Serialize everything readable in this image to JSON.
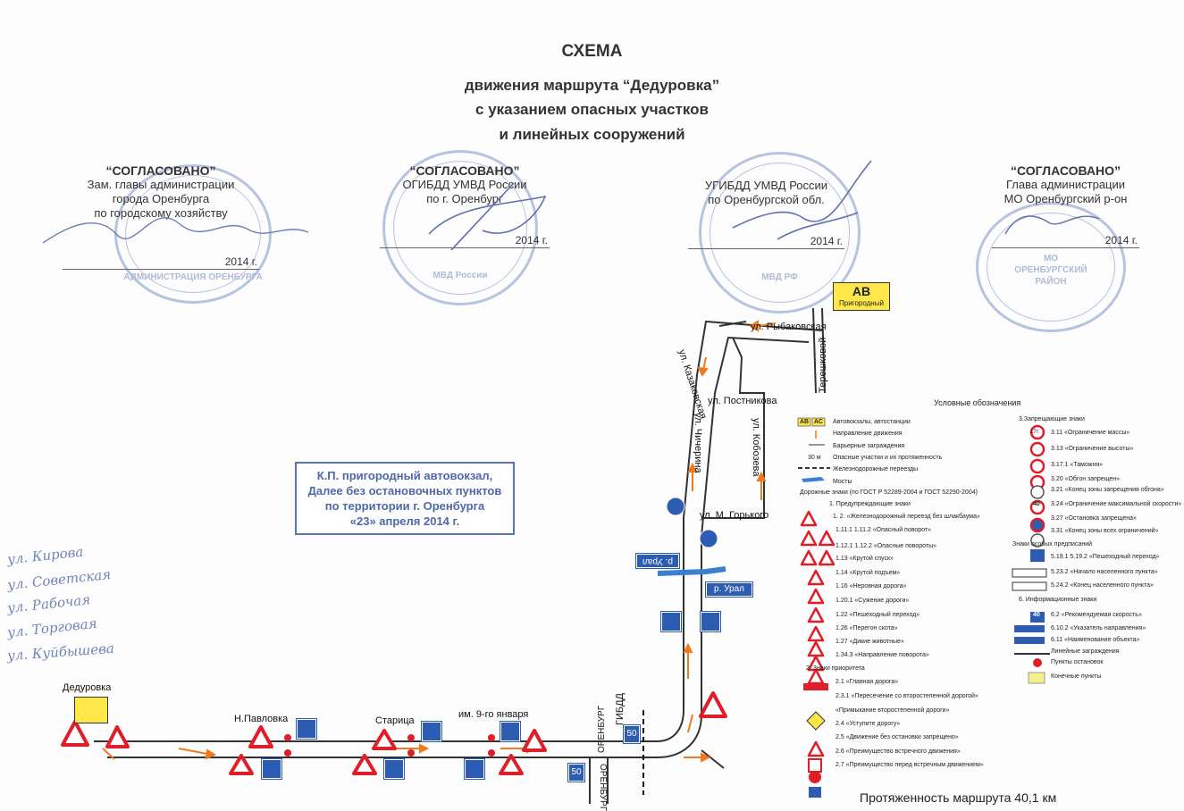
{
  "header": {
    "title": "СХЕМА",
    "line1": "движения маршрута “Дедуровка”",
    "line2": "с указанием опасных участков",
    "line3": "и линейных сооружений"
  },
  "approvals": [
    {
      "heading": "“СОГЛАСОВАНО”",
      "l1": "Зам. главы администрации",
      "l2": "города Оренбурга",
      "l3": "по городскому хозяйству",
      "date": "2014 г."
    },
    {
      "heading": "“СОГЛАСОВАНО”",
      "l1": "ОГИБДД УМВД России",
      "l2": "по г. Оренбург",
      "l3": "",
      "date": "2014 г."
    },
    {
      "heading": "",
      "l1": "УГИБДД УМВД России",
      "l2": "по Оренбургской обл.",
      "l3": "",
      "date": "2014 г."
    },
    {
      "heading": "“СОГЛАСОВАНО”",
      "l1": "Глава администрации",
      "l2": "МО Оренбургский р-он",
      "l3": "",
      "date": "2014 г."
    }
  ],
  "seals": {
    "s1": "АДМИНИСТРАЦИЯ ОРЕНБУРГА",
    "s2": "МВД России",
    "s3": "МВД РФ",
    "s4": "МО ОРЕНБУРГСКИЙ РАЙОН"
  },
  "stamp": {
    "l1": "К.П. пригородный автовокзал,",
    "l2": "Далее без остановочных пунктов",
    "l3": "по территории г. Оренбурга",
    "l4": "«23» апреля 2014 г."
  },
  "handwritten": [
    "ул. Кирова",
    "ул. Советская",
    "ул. Рабочая",
    "ул. Торговая",
    "ул. Куйбышева"
  ],
  "terminal": {
    "code": "АВ",
    "name": "Пригородный"
  },
  "streets": {
    "rybakovskaya": "ул. Рыбаковская",
    "kazakovskaya": "ул. Казаковская",
    "pereshkovoy": "Терешковой",
    "postnikova": "ул. Постникова",
    "chicherina": "ул. Чичерина",
    "kobozeva": "ул. Кобозева",
    "gorkogo": "ул. М. Горького",
    "ural1": "р. Урал",
    "ural2": "р. Урал",
    "gibdd": "ГИБДД",
    "orenburg1": "ОРЕНБУРГ",
    "orenburg2": "ОРЕНБУРГ",
    "speed1": "50",
    "speed2": "50"
  },
  "stops": {
    "dedurovka": "Дедуровка",
    "pavlovka": "Н.Павловка",
    "staritsa": "Старица",
    "jan9": "им. 9-го января"
  },
  "legend": {
    "title": "Условные обозначения",
    "left": [
      "Автовокзалы, автостанции",
      "Направление движения",
      "Барьерные заграждения",
      "Опасные участки и их протяженность",
      "Железнодорожные переезды",
      "Мосты",
      "Дорожные знаки (по ГОСТ Р 52289-2004 и ГОСТ 52290-2004)",
      "1. Предупреждающие знаки",
      "1. 2. «Железнодорожный переезд без шлакбаума»",
      "1.11.1 1.11.2 «Опасный поворот»",
      "1.12.1 1.12.2 «Опасные повороты»",
      "1.13 «Крутой спуск»",
      "1.14 «Крутой подъем»",
      "1.16 «Неровная дорога»",
      "1.20.1 «Сужение дороги»",
      "1.22 «Пешеходный переход»",
      "1.26 «Перегон скота»",
      "1.27 «Дикие животные»",
      "1.34.3 «Направление поворота»",
      "2. Знаки приоритета",
      "2.1 «Главная дорога»",
      "2.3.1 «Пересечение со второстепенной дорогой»",
      "«Примыкание второстепенной дороги»",
      "2.4 «Уступите дорогу»",
      "2.5 «Движение без остановки запрещено»",
      "2.6 «Преимущество встречного движения»",
      "2.7 «Преимущество перед встречным движением»"
    ],
    "right": [
      "3.Запрещающие знаки",
      "3.11 «Ограничение массы»",
      "3.13 «Ограничение высоты»",
      "3.17.1 «Таможня»",
      "3.20 «Обгон запрещен»",
      "3.21 «Конец зоны запрещения обгона»",
      "3.24 «Ограничение максимальной скорости»",
      "3.27 «Остановка запрещена»",
      "3.31 «Конец зоны всех ограничений»",
      "Знаки особых предписаний",
      "5.19.1 5.19.2 «Пешеходный переход»",
      "5.23.2 «Начало населенного пункта»",
      "5.24.2 «Конец населенного пункта»",
      "6. Информационные знаки",
      "6.2 «Рекомендуемая скорость»",
      "6.10.2 «Указатель направления»",
      "6.11 «Наименование объекта»",
      "Линейные заграждения",
      "Пункты остановок",
      "Конечные пункты"
    ],
    "sign_texts": {
      "ab": "АВ",
      "ac": "АС",
      "km": "30 м",
      "speed": "40",
      "sign40": "40",
      "sign17": "17т"
    }
  },
  "route_length": "Протяженность маршрута 40,1 км",
  "colors": {
    "road": "#333333",
    "arrow": "#f07a1e",
    "stop": "#e01e2a",
    "sign_blue": "#2d5db3",
    "terminal": "#ffe74a",
    "ink": "#6d86bd"
  }
}
